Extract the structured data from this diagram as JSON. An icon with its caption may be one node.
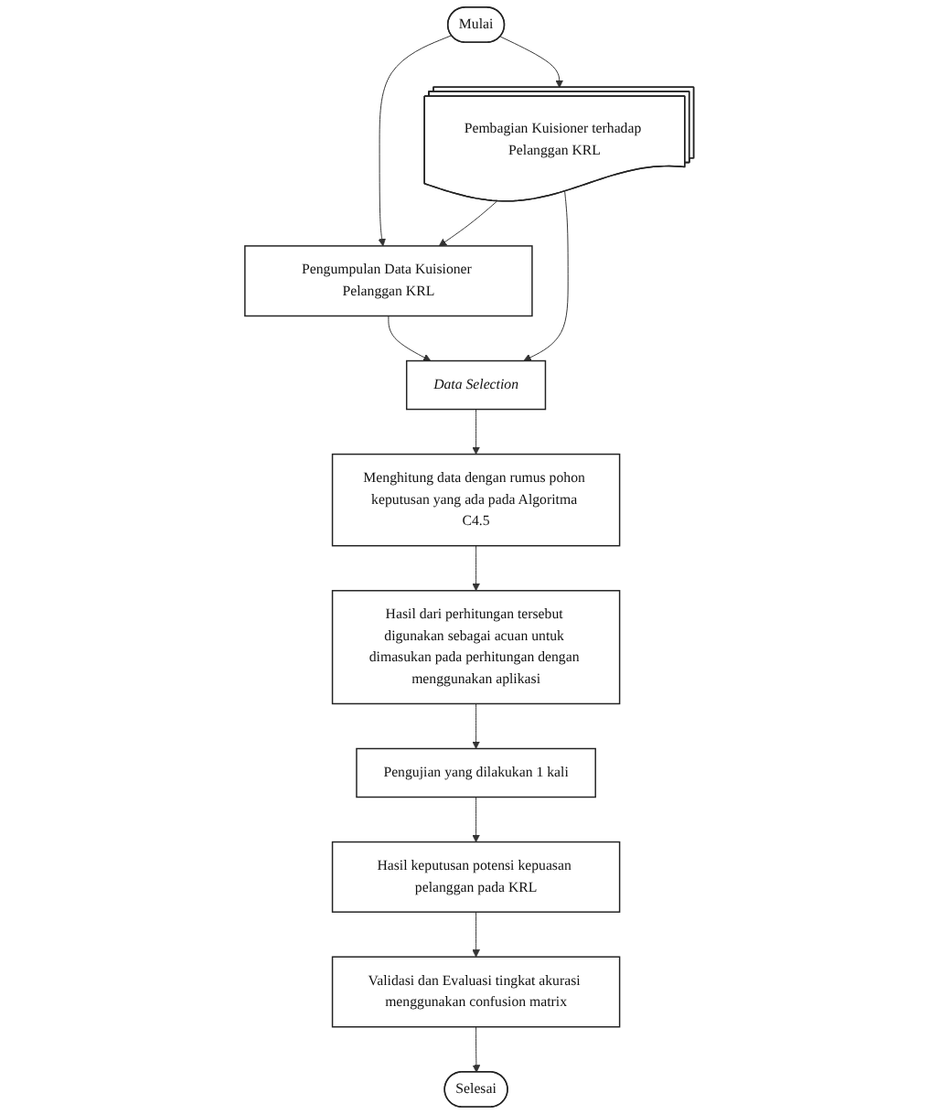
{
  "diagram": {
    "nodes": [
      {
        "text": [
          "Mulai"
        ]
      },
      {
        "text": [
          "Pengumpulan Data Kuisioner Pelanggan KRL"
        ]
      },
      {
        "text": [
          "Pembagian Kuisioner terhadap Pelanggan KRL"
        ]
      },
      {
        "text": [
          "Data Selection"
        ]
      },
      {
        "text": [
          "Menghitung data dengan rumus pohon keputusan yang ada pada Algoritma C4.5"
        ]
      },
      {
        "text": [
          "Hasil dari perhitungan tersebut digunakan sebagai acuan untuk dimasukan pada perhitungan dengan menggunakan aplikasi"
        ]
      },
      {
        "text": [
          "Pengujian yang dilakukan 1 kali"
        ]
      },
      {
        "text": [
          "Hasil keputusan potensi kepuasan pelanggan pada KRL"
        ]
      },
      {
        "text": [
          "Validasi dan Evaluasi tingkat akurasi menggunakan confusion matrix"
        ]
      },
      {
        "text": [
          "Selesai"
        ]
      }
    ],
    "edges": [
      {
        "from": 0,
        "to": 1,
        "arrow": "to"
      },
      {
        "from": 0,
        "to": 2,
        "arrow": "to"
      },
      {
        "from": 2,
        "to": 1,
        "arrow": "to"
      },
      {
        "from": 1,
        "to": 3,
        "arrow": "to"
      },
      {
        "from": 2,
        "to": 3,
        "arrow": "to"
      },
      {
        "from": 3,
        "to": 4,
        "arrow": "to"
      },
      {
        "from": 4,
        "to": 5,
        "arrow": "to"
      },
      {
        "from": 5,
        "to": 6,
        "arrow": "to"
      },
      {
        "from": 6,
        "to": 7,
        "arrow": "to"
      },
      {
        "from": 7,
        "to": 8,
        "arrow": "to"
      },
      {
        "from": 8,
        "to": 9,
        "arrow": "to"
      }
    ]
  }
}
